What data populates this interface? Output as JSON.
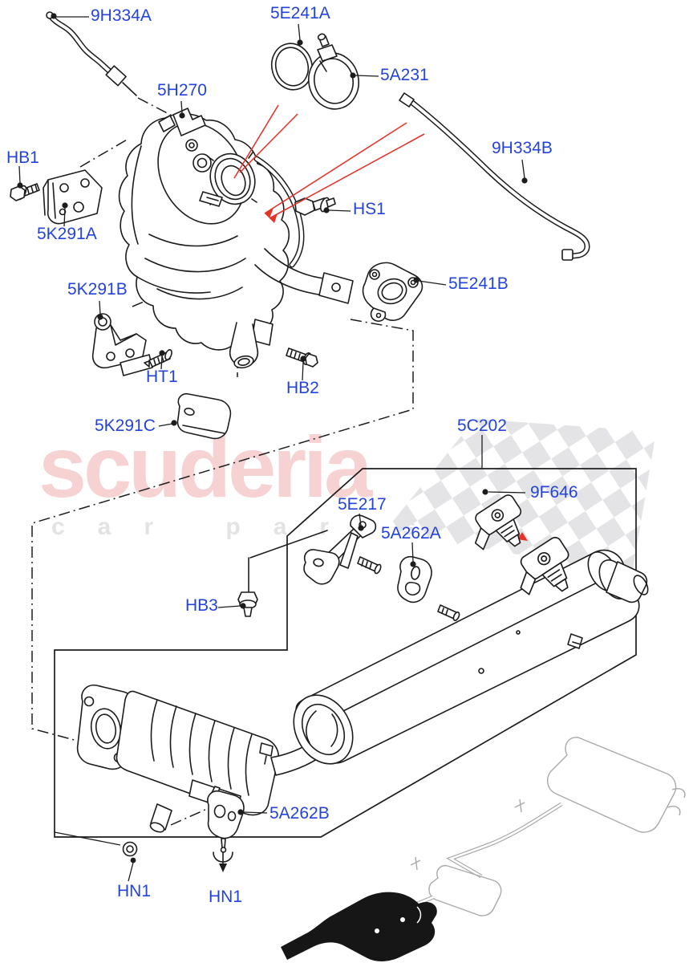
{
  "watermark": {
    "brand": "scuderia",
    "tagline": "car parts",
    "brand_color": "#f6d2d2",
    "tagline_color": "#e3e3e3"
  },
  "colors": {
    "label_blue": "#2443dc",
    "line_dark": "#1c1c1c",
    "highlight_red": "#e5332a",
    "watermark_pink": "#f6d2d2",
    "watermark_gray": "#e3e3e3",
    "checker_gray": "#e4e4e7",
    "thumbnail_gray": "#a9a9a9"
  },
  "parts": [
    {
      "code": "9H334A"
    },
    {
      "code": "5E241A"
    },
    {
      "code": "5A231"
    },
    {
      "code": "5H270"
    },
    {
      "code": "HB1"
    },
    {
      "code": "5K291A"
    },
    {
      "code": "HS1"
    },
    {
      "code": "9H334B"
    },
    {
      "code": "5E241B"
    },
    {
      "code": "5K291B"
    },
    {
      "code": "HT1"
    },
    {
      "code": "HB2"
    },
    {
      "code": "5K291C"
    },
    {
      "code": "5C202"
    },
    {
      "code": "5E217"
    },
    {
      "code": "5A262A"
    },
    {
      "code": "9F646"
    },
    {
      "code": "HB3"
    },
    {
      "code": "5A262B"
    },
    {
      "code": "HN1"
    },
    {
      "code": "HN1"
    }
  ]
}
